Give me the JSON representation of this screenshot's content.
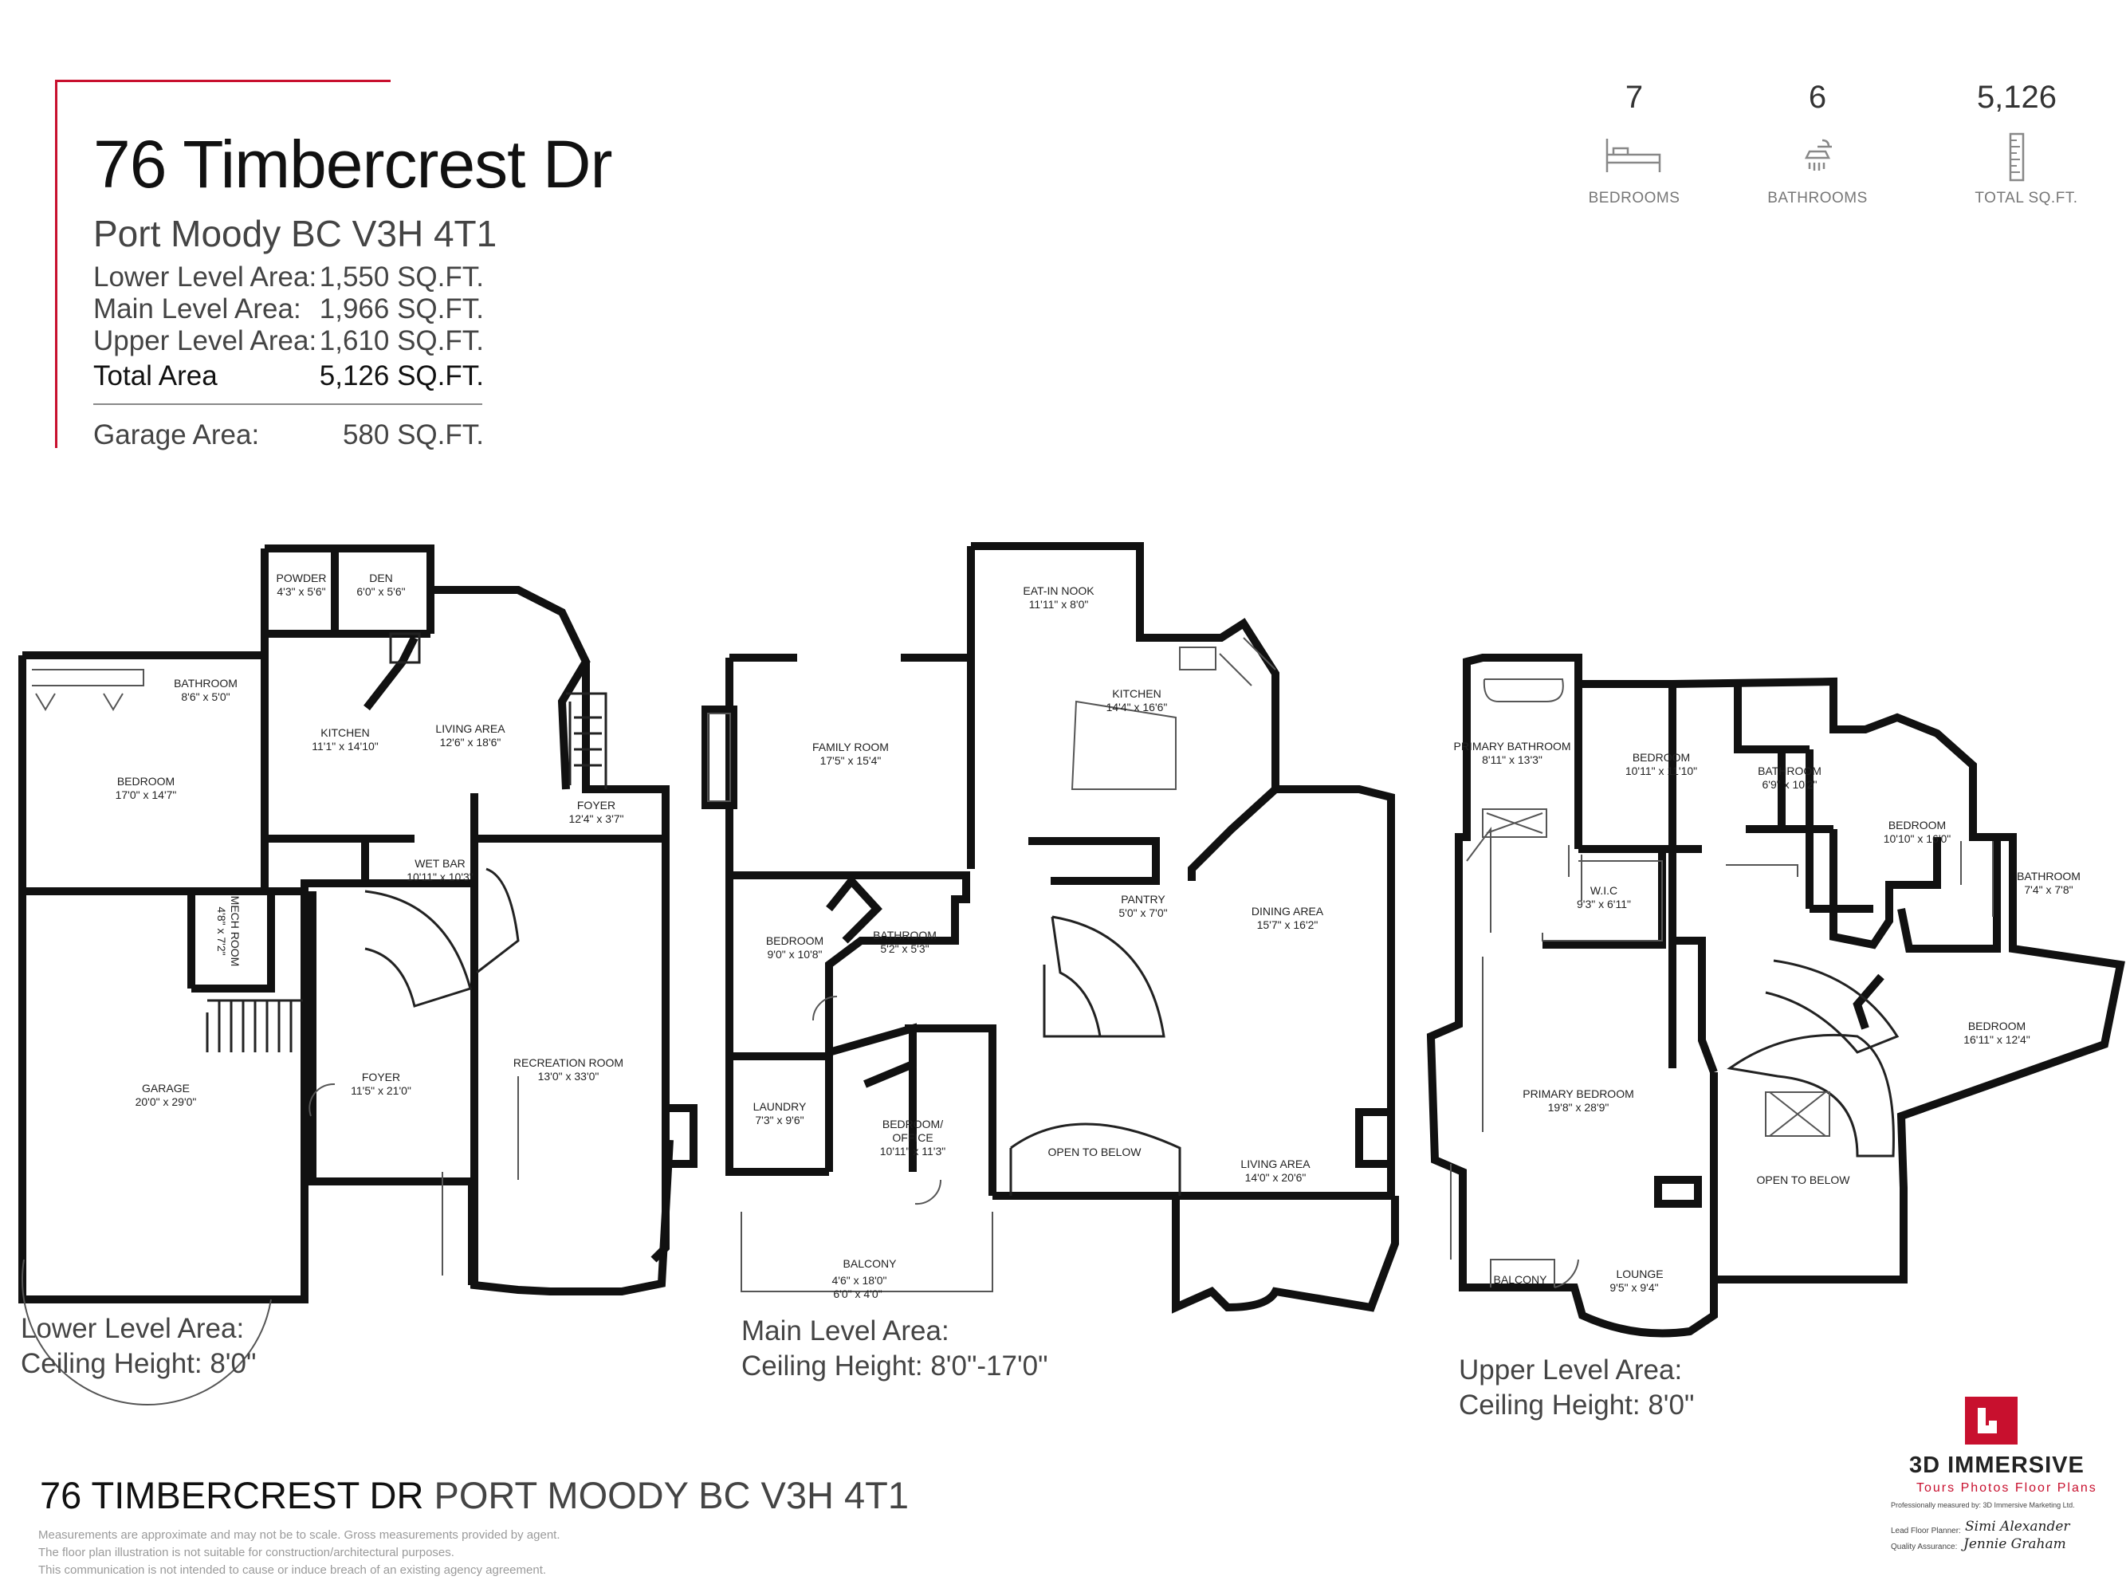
{
  "header": {
    "title": "76 Timbercrest Dr",
    "subtitle": "Port Moody BC V3H 4T1",
    "areas": [
      {
        "label": "Lower Level Area:",
        "value": "1,550 SQ.FT."
      },
      {
        "label": "Main Level Area:",
        "value": "1,966 SQ.FT."
      },
      {
        "label": "Upper Level Area:",
        "value": "1,610 SQ.FT."
      },
      {
        "label": "Total Area",
        "value": "5,126 SQ.FT."
      }
    ],
    "garage": {
      "label": "Garage Area:",
      "value": "580 SQ.FT."
    }
  },
  "stats": [
    {
      "value": "7",
      "label": "BEDROOMS",
      "icon": "bed-icon"
    },
    {
      "value": "6",
      "label": "BATHROOMS",
      "icon": "shower-icon"
    },
    {
      "value": "5,126",
      "label": "TOTAL SQ.FT.",
      "icon": "ruler-icon"
    }
  ],
  "levels": {
    "lower": {
      "name": "Lower Level Area:",
      "ceiling": "Ceiling Height: 8'0\""
    },
    "main": {
      "name": "Main Level Area:",
      "ceiling": "Ceiling Height: 8'0\"-17'0\""
    },
    "upper": {
      "name": "Upper Level Area:",
      "ceiling": "Ceiling Height: 8'0\""
    }
  },
  "rooms": {
    "lower": {
      "powder": [
        "POWDER",
        "4'3\" x 5'6\""
      ],
      "den": [
        "DEN",
        "6'0\" x 5'6\""
      ],
      "bathroom": [
        "BATHROOM",
        "8'6\" x 5'0\""
      ],
      "kitchen": [
        "KITCHEN",
        "11'1\" x 14'10\""
      ],
      "living": [
        "LIVING AREA",
        "12'6\" x 18'6\""
      ],
      "bedroom": [
        "BEDROOM",
        "17'0\" x 14'7\""
      ],
      "foyer_small": [
        "FOYER",
        "12'4\" x 3'7\""
      ],
      "wetbar": [
        "WET BAR",
        "10'11\" x 10'3\""
      ],
      "mech": [
        "MECH ROOM",
        "4'8\" x 7'2\""
      ],
      "garage": [
        "GARAGE",
        "20'0\" x 29'0\""
      ],
      "foyer": [
        "FOYER",
        "11'5\" x 21'0\""
      ],
      "recreation": [
        "RECREATION ROOM",
        "13'0\" x 33'0\""
      ]
    },
    "main": {
      "nook": [
        "EAT-IN NOOK",
        "11'11\" x 8'0\""
      ],
      "kitchen": [
        "KITCHEN",
        "14'4\" x 16'6\""
      ],
      "family": [
        "FAMILY ROOM",
        "17'5\" x 15'4\""
      ],
      "pantry": [
        "PANTRY",
        "5'0\" x 7'0\""
      ],
      "dining": [
        "DINING AREA",
        "15'7\" x 16'2\""
      ],
      "bedroom": [
        "BEDROOM",
        "9'0\" x 10'8\""
      ],
      "bathroom": [
        "BATHROOM",
        "5'2\" x 5'3\""
      ],
      "laundry": [
        "LAUNDRY",
        "7'3\" x 9'6\""
      ],
      "office": [
        "BEDROOM/",
        "OFFICE",
        "10'11\" x 11'3\""
      ],
      "open": [
        "OPEN TO BELOW"
      ],
      "living": [
        "LIVING AREA",
        "14'0\" x 20'6\""
      ],
      "balcony": [
        "BALCONY",
        "4'6\" x 18'0\"",
        "6'0\" x 4'0\""
      ]
    },
    "upper": {
      "primary_bath": [
        "PRIMARY BATHROOM",
        "8'11\" x 13'3\""
      ],
      "bedroom1": [
        "BEDROOM",
        "10'11\" x 11'10\""
      ],
      "bathroom1": [
        "BATHROOM",
        "6'9\" x 10'2\""
      ],
      "bedroom2": [
        "BEDROOM",
        "10'10\" x 16'0\""
      ],
      "wic": [
        "W.I.C",
        "9'3\" x 6'11\""
      ],
      "bathroom2": [
        "BATHROOM",
        "7'4\" x 7'8\""
      ],
      "bedroom3": [
        "BEDROOM",
        "16'11\" x 12'4\""
      ],
      "primary_bed": [
        "PRIMARY BEDROOM",
        "19'8\" x 28'9\""
      ],
      "open": [
        "OPEN TO BELOW"
      ],
      "balcony": [
        "BALCONY"
      ],
      "lounge": [
        "LOUNGE",
        "9'5\" x 9'4\""
      ]
    }
  },
  "footer": {
    "address_bold": "76 TIMBERCREST DR",
    "address_rest": "PORT MOODY BC V3H 4T1",
    "disclaimer": [
      "Measurements are approximate and may not be to scale. Gross measurements provided by agent.",
      "The floor plan illustration is not suitable for construction/architectural purposes.",
      "This communication is not intended to cause or induce breach of an existing agency agreement."
    ]
  },
  "brand": {
    "name": "3D IMMERSIVE",
    "tagline": "Tours  Photos  Floor Plans",
    "measured_by": "Professionally measured by: 3D Immersive Marketing Ltd.",
    "lead_label": "Lead Floor Planner:",
    "lead_sig": "Simi Alexander",
    "qa_label": "Quality Assurance:",
    "qa_sig": "Jennie Graham",
    "color": "#c8102e"
  }
}
